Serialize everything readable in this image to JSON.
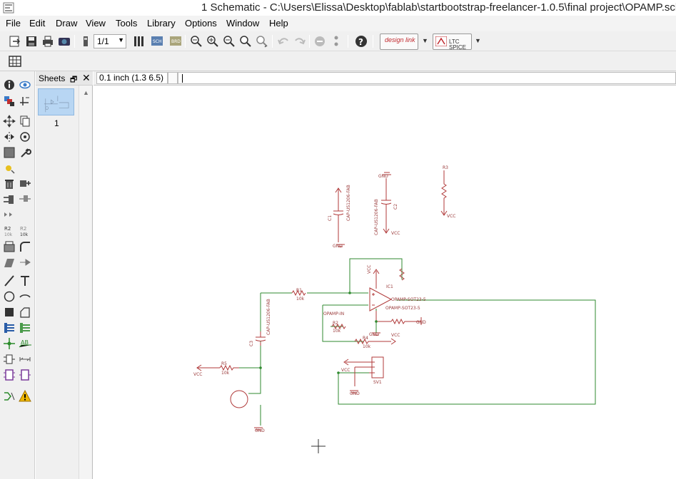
{
  "window": {
    "title": "1 Schematic - C:\\Users\\Elissa\\Desktop\\fablab\\startbootstrap-freelancer-1.0.5\\final project\\OPAMP.sch"
  },
  "menu": [
    "File",
    "Edit",
    "Draw",
    "View",
    "Tools",
    "Library",
    "Options",
    "Window",
    "Help"
  ],
  "toolbar": {
    "page_selector": "1/1",
    "design_link_label": "design link",
    "ltspice_label": "LTC SPICE",
    "sch_label": "SCH",
    "brd_label": "BRD"
  },
  "sheets_panel": {
    "title": "Sheets",
    "sheet_number": "1"
  },
  "command_bar": {
    "coordinates": "0.1 inch (1.3 6.5)",
    "command_value": ""
  },
  "schematic": {
    "labels": {
      "r_top_right": "R3",
      "vcc_1": "VCC",
      "vcc_2": "VCC",
      "gnd_1": "GND",
      "gnd_2": "GND",
      "gnd_3": "GND",
      "gnd_4": "GND",
      "gnd_5": "GND",
      "c1_ref": "C1",
      "c1_value": "CAP-US1206-FAB",
      "c2_ref": "C2",
      "c2_value": "CAP-US1206-FAB",
      "c3_ref": "C3",
      "c3_value": "CAP-US1206-FAB",
      "ic1_ref": "IC1",
      "opamp_value": "OPAMP-SOT23-5",
      "opamp_in": "OPAMP-IN",
      "r1": "R1",
      "r1_val": "10k",
      "r2": "R2",
      "r2_val": "10k",
      "r4": "R4",
      "r4_val": "10k",
      "r5": "R5",
      "r5_val": "10k",
      "vcc_3": "VCC",
      "vcc_4": "VCC",
      "vcc_5": "VCC",
      "vcc_6": "VCC",
      "sv1": "SV1",
      "gnd_6": "GND"
    }
  }
}
